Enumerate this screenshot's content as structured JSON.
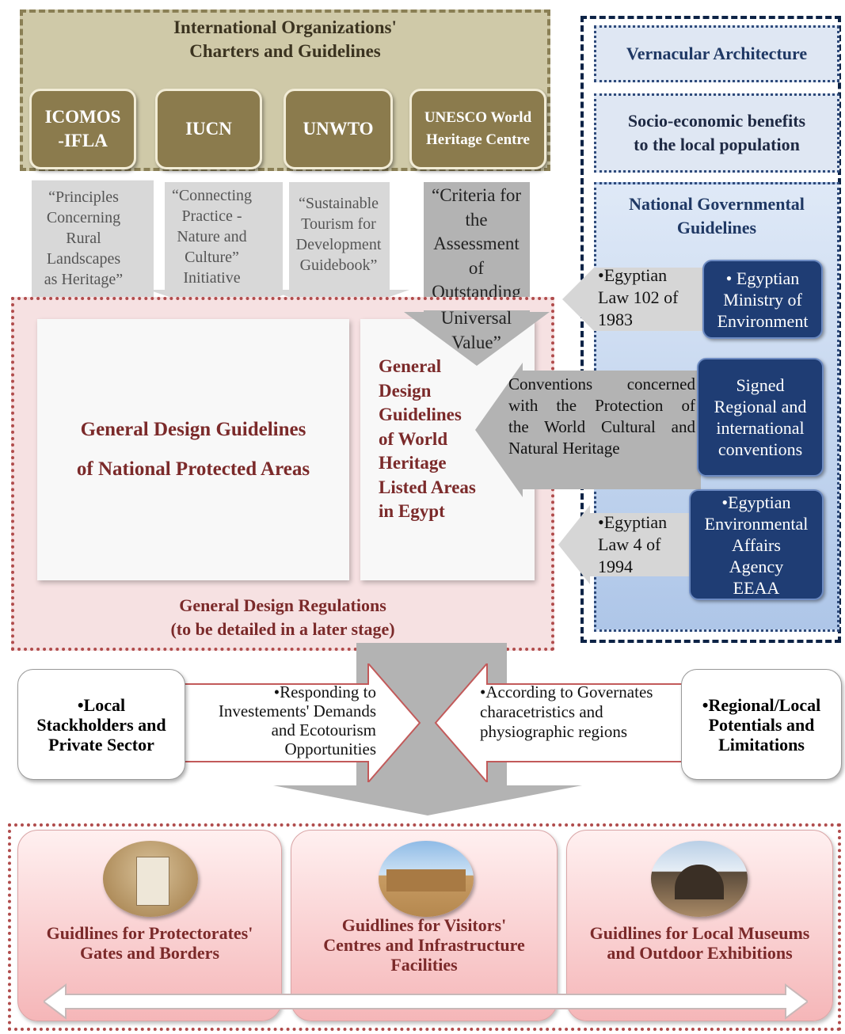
{
  "intl": {
    "title_line1": "International Organizations'",
    "title_line2": "Charters and Guidelines",
    "orgs": [
      {
        "line1": "ICOMOS",
        "line2": "-IFLA"
      },
      {
        "line1": "IUCN",
        "line2": ""
      },
      {
        "line1": "UNWTO",
        "line2": ""
      },
      {
        "line1": "UNESCO World",
        "line2": "Heritage Centre"
      }
    ]
  },
  "quotes": [
    [
      "“Principles",
      "Concerning",
      "Rural",
      "Landscapes",
      "as Heritage”"
    ],
    [
      "“Connecting",
      "Practice -",
      "Nature and",
      "Culture”",
      "Initiative"
    ],
    [
      "“Sustainable",
      "Tourism for",
      "Development",
      "Guidebook”"
    ],
    [
      "“Criteria for",
      "the",
      "Assessment",
      "of",
      "Outstanding",
      "Universal",
      "Value”"
    ]
  ],
  "right": {
    "vernacular": "Vernacular Architecture",
    "socio_line1": "Socio-economic benefits",
    "socio_line2": "to the local population",
    "national_line1": "National Governmental",
    "national_line2": "Guidelines",
    "law102": [
      "•Egyptian",
      "Law 102 of",
      "1983"
    ],
    "ministry": [
      "• Egyptian",
      "Ministry of",
      "Environment"
    ],
    "conventions_text": [
      "Conventions concerned",
      "with the Protection of",
      "the World Cultural and",
      "Natural Heritage"
    ],
    "signed": [
      "Signed",
      "Regional and",
      "international",
      "conventions"
    ],
    "law4": [
      "•Egyptian",
      "Law 4 of",
      "1994"
    ],
    "eeaa": [
      "•Egyptian",
      "Environmental",
      "Affairs",
      "Agency",
      "EEAA"
    ]
  },
  "regulations": {
    "protected_line1": "General Design Guidelines",
    "protected_line2": "of National Protected Areas",
    "heritage": [
      "General",
      "Design",
      "Guidelines",
      "of World",
      "Heritage",
      "Listed Areas",
      "in Egypt"
    ],
    "reg_line1": "General Design Regulations",
    "reg_line2": "(to be detailed in a later stage)"
  },
  "middle": {
    "left_card": [
      "•Local",
      "Stackholders and",
      "Private Sector"
    ],
    "left_arrow": [
      "•Responding to",
      "Investements' Demands",
      "and Ecotourism",
      "Opportunities"
    ],
    "right_arrow": [
      "•According to Governates",
      "characetristics and",
      "physiographic regions"
    ],
    "right_card": [
      "•Regional/Local",
      "Potentials and",
      "Limitations"
    ]
  },
  "bottom": [
    {
      "lines": [
        "Guidlines for Protectorates'",
        "Gates and Borders"
      ]
    },
    {
      "lines": [
        "Guidlines for Visitors'",
        "Centres and Infrastructure",
        "Facilities"
      ]
    },
    {
      "lines": [
        "Guidlines for Local Museums",
        "and Outdoor Exhibitions"
      ]
    }
  ],
  "colors": {
    "olive": "#8b7b4d",
    "navy": "#1f3d74",
    "maroon": "#7b2a2a",
    "pink": "#f5b6b8"
  }
}
